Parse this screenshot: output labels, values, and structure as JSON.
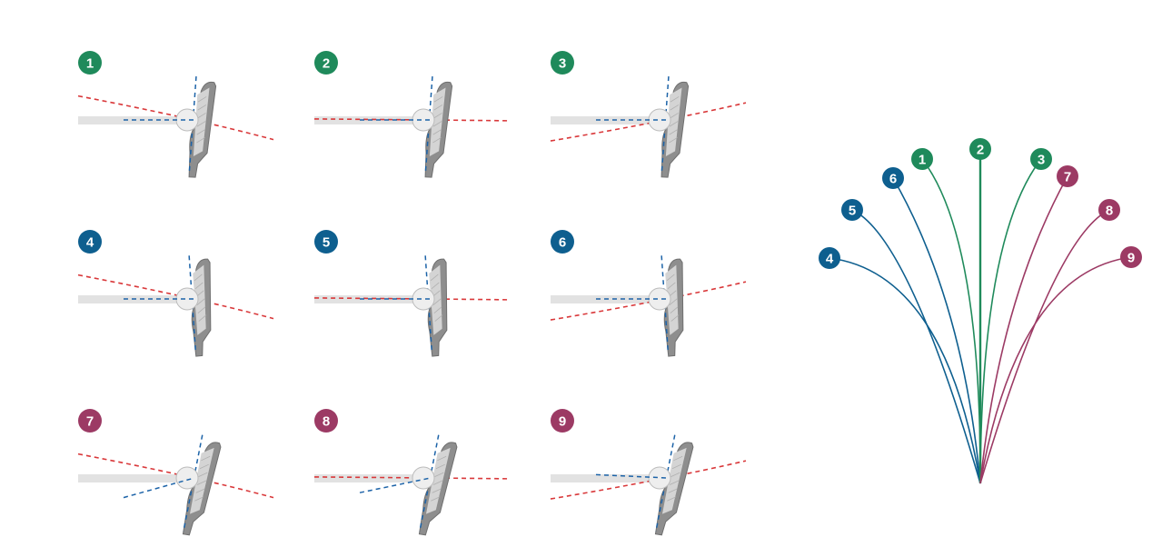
{
  "colors": {
    "green": "#1f8a5b",
    "blue": "#0e5f8f",
    "magenta": "#9c3a64",
    "path_red": "#d9383a",
    "face_blue": "#1c63a8",
    "club_grey": "#8e8e8e",
    "floor_grey": "#e2e2e2"
  },
  "shots": [
    {
      "label": "1",
      "color_key": "green",
      "face": "closed",
      "path": "in-to-out"
    },
    {
      "label": "2",
      "color_key": "green",
      "face": "closed",
      "path": "straight"
    },
    {
      "label": "3",
      "color_key": "green",
      "face": "closed",
      "path": "out-to-in"
    },
    {
      "label": "4",
      "color_key": "blue",
      "face": "open",
      "path": "in-to-out"
    },
    {
      "label": "5",
      "color_key": "blue",
      "face": "open",
      "path": "straight"
    },
    {
      "label": "6",
      "color_key": "blue",
      "face": "open",
      "path": "out-to-in"
    },
    {
      "label": "7",
      "color_key": "magenta",
      "face": "shut",
      "path": "in-to-out"
    },
    {
      "label": "8",
      "color_key": "magenta",
      "face": "shut",
      "path": "straight"
    },
    {
      "label": "9",
      "color_key": "magenta",
      "face": "shut",
      "path": "out-to-in"
    }
  ],
  "flight_labels": [
    "4",
    "5",
    "6",
    "1",
    "2",
    "3",
    "7",
    "8",
    "9"
  ]
}
